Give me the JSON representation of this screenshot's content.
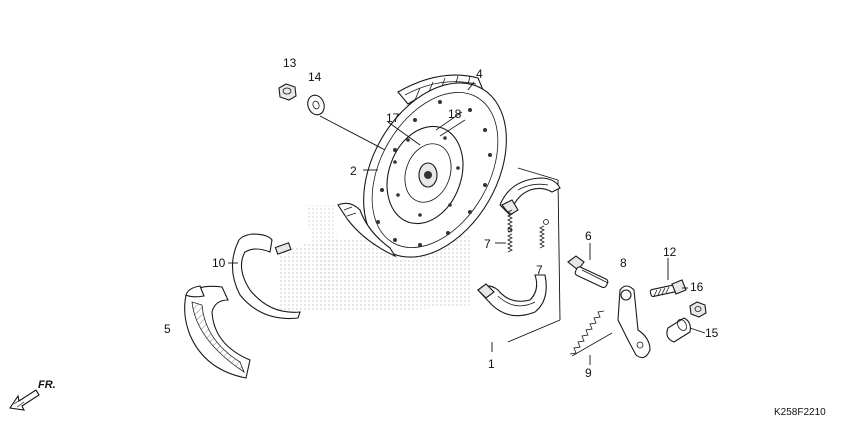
{
  "callouts": {
    "c1": "1",
    "c2": "2",
    "c4": "4",
    "c5": "5",
    "c6": "6",
    "c7a": "7",
    "c7b": "7",
    "c8": "8",
    "c9": "9",
    "c10": "10",
    "c12": "12",
    "c13": "13",
    "c14": "14",
    "c15": "15",
    "c16": "16",
    "c17": "17",
    "c18": "18"
  },
  "front_label": "FR.",
  "diagram_code": "K258F2210"
}
